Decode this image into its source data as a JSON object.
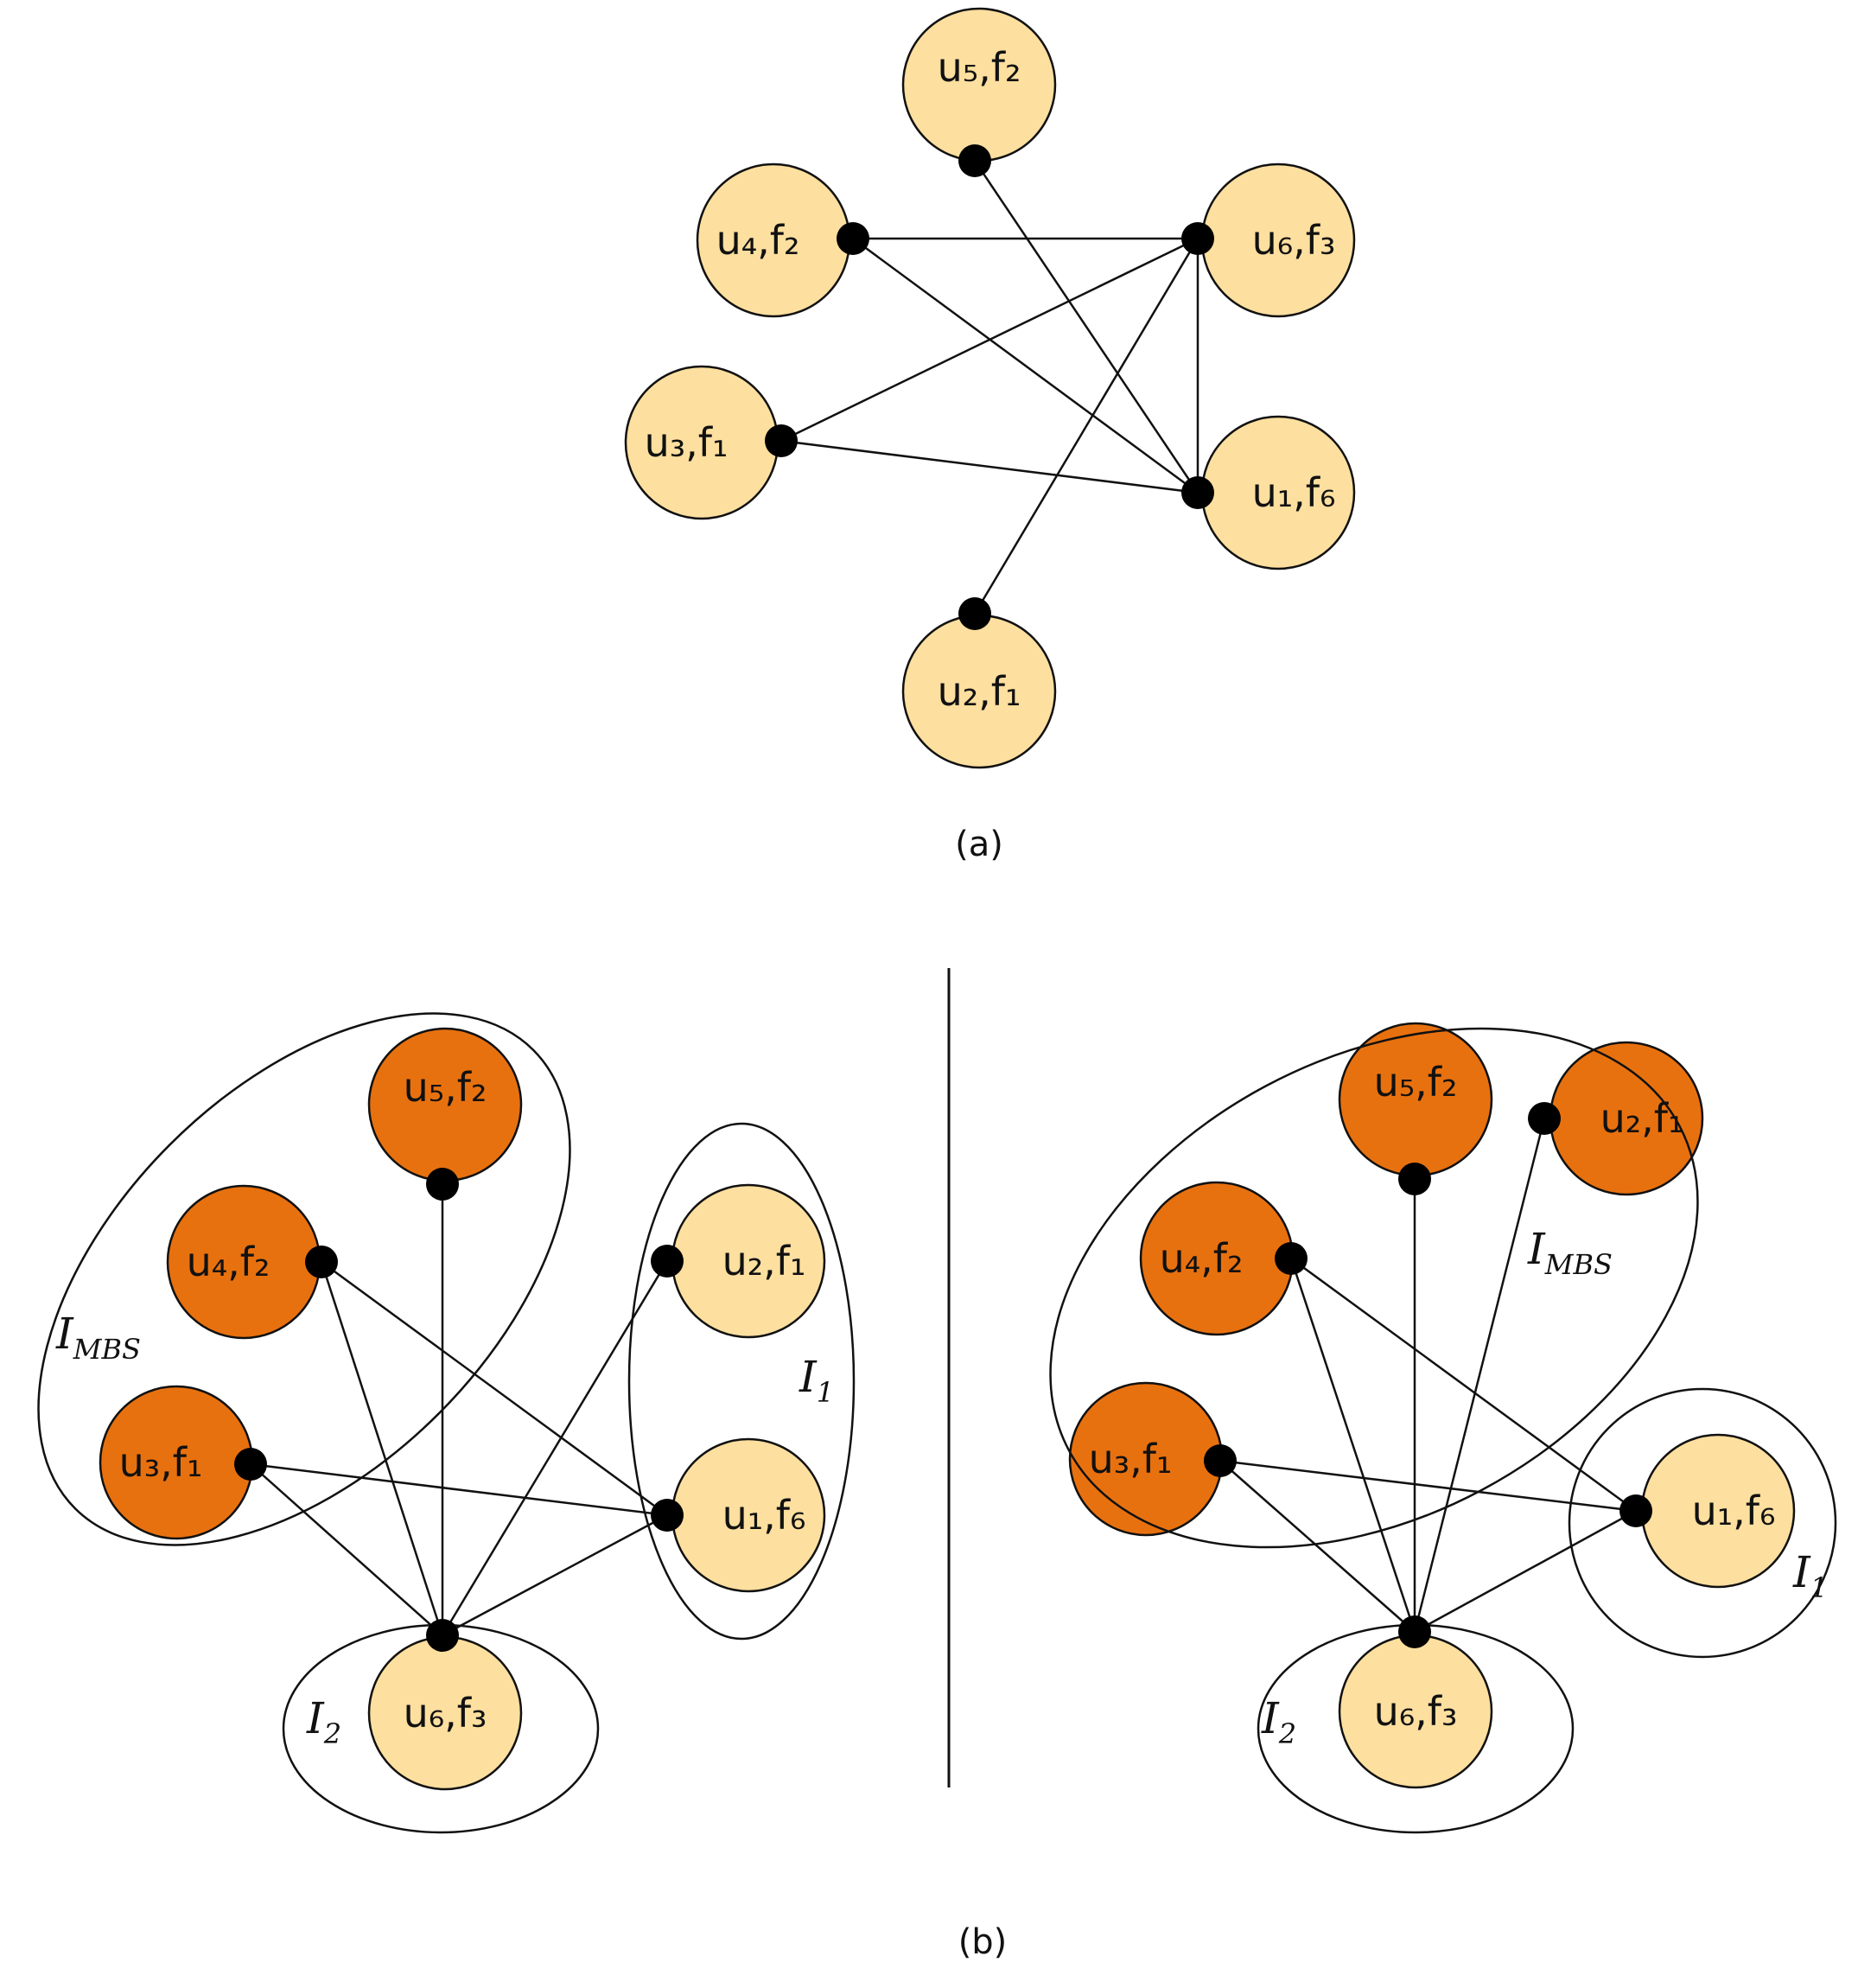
{
  "colors": {
    "light_node": "#fddf9f",
    "dark_node": "#e8710f",
    "stroke": "#111111",
    "dot": "#000000"
  },
  "panel_a": {
    "caption": "(a)",
    "nodes": [
      {
        "id": "u5f2",
        "label_main": "u5",
        "label_sub": "f2",
        "text": "u₅,f₂",
        "fill": "light"
      },
      {
        "id": "u4f2",
        "label_main": "u4",
        "label_sub": "f2",
        "text": "u₄,f₂",
        "fill": "light"
      },
      {
        "id": "u6f3",
        "label_main": "u6",
        "label_sub": "f3",
        "text": "u₆,f₃",
        "fill": "light"
      },
      {
        "id": "u3f1",
        "label_main": "u3",
        "label_sub": "f1",
        "text": "u₃,f₁",
        "fill": "light"
      },
      {
        "id": "u1f6",
        "label_main": "u1",
        "label_sub": "f6",
        "text": "u₁,f₆",
        "fill": "light"
      },
      {
        "id": "u2f1",
        "label_main": "u2",
        "label_sub": "f1",
        "text": "u₂,f₁",
        "fill": "light"
      }
    ],
    "edges": [
      [
        "u4f2",
        "u6f3"
      ],
      [
        "u4f2",
        "u1f6"
      ],
      [
        "u5f2",
        "u1f6"
      ],
      [
        "u3f1",
        "u6f3"
      ],
      [
        "u3f1",
        "u1f6"
      ],
      [
        "u6f3",
        "u1f6"
      ],
      [
        "u2f1",
        "u6f3"
      ]
    ]
  },
  "panel_b": {
    "caption": "(b)",
    "left": {
      "nodes": [
        {
          "id": "u5f2",
          "text": "u₅,f₂",
          "fill": "dark"
        },
        {
          "id": "u4f2",
          "text": "u₄,f₂",
          "fill": "dark"
        },
        {
          "id": "u3f1",
          "text": "u₃,f₁",
          "fill": "dark"
        },
        {
          "id": "u2f1",
          "text": "u₂,f₁",
          "fill": "light"
        },
        {
          "id": "u1f6",
          "text": "u₁,f₆",
          "fill": "light"
        },
        {
          "id": "u6f3",
          "text": "u₆,f₃",
          "fill": "light"
        }
      ],
      "edges": [
        [
          "u5f2",
          "u6f3"
        ],
        [
          "u4f2",
          "u6f3"
        ],
        [
          "u4f2",
          "u1f6"
        ],
        [
          "u3f1",
          "u6f3"
        ],
        [
          "u3f1",
          "u1f6"
        ],
        [
          "u2f1",
          "u6f3"
        ],
        [
          "u1f6",
          "u6f3"
        ]
      ],
      "sets": [
        {
          "id": "mbs",
          "label": "I",
          "sub": "MBS"
        },
        {
          "id": "s1",
          "label": "I",
          "sub": "1"
        },
        {
          "id": "s2",
          "label": "I",
          "sub": "2"
        }
      ]
    },
    "right": {
      "nodes": [
        {
          "id": "u5f2",
          "text": "u₅,f₂",
          "fill": "dark"
        },
        {
          "id": "u2f1",
          "text": "u₂,f₁",
          "fill": "dark"
        },
        {
          "id": "u4f2",
          "text": "u₄,f₂",
          "fill": "dark"
        },
        {
          "id": "u3f1",
          "text": "u₃,f₁",
          "fill": "dark"
        },
        {
          "id": "u1f6",
          "text": "u₁,f₆",
          "fill": "light"
        },
        {
          "id": "u6f3",
          "text": "u₆,f₃",
          "fill": "light"
        }
      ],
      "edges": [
        [
          "u5f2",
          "u6f3"
        ],
        [
          "u2f1",
          "u6f3"
        ],
        [
          "u4f2",
          "u6f3"
        ],
        [
          "u4f2",
          "u1f6"
        ],
        [
          "u3f1",
          "u6f3"
        ],
        [
          "u3f1",
          "u1f6"
        ],
        [
          "u1f6",
          "u6f3"
        ]
      ],
      "sets": [
        {
          "id": "mbs",
          "label": "I",
          "sub": "MBS"
        },
        {
          "id": "s1",
          "label": "I",
          "sub": "1"
        },
        {
          "id": "s2",
          "label": "I",
          "sub": "2"
        }
      ]
    }
  }
}
